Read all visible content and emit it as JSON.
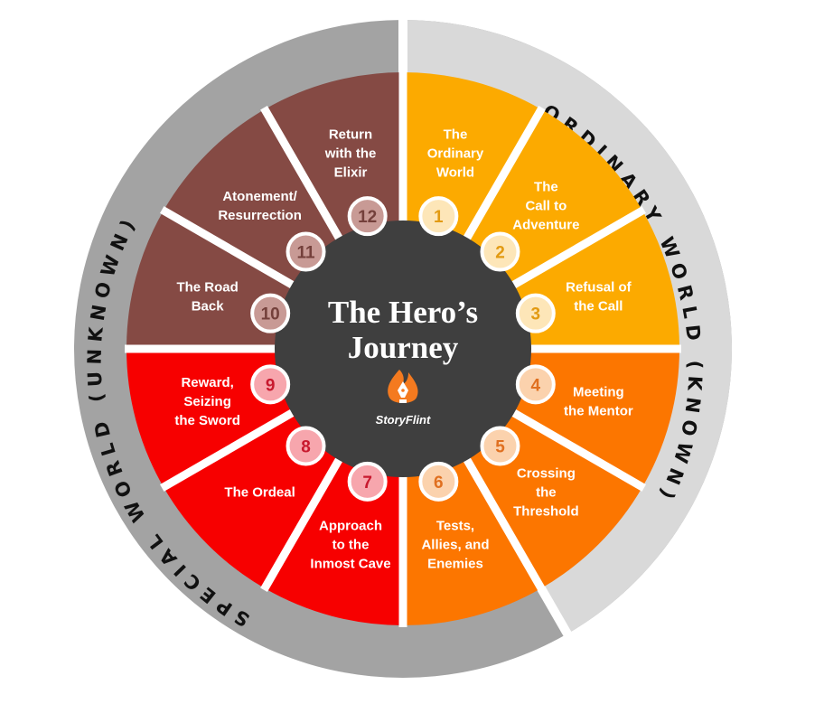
{
  "title": [
    "The Hero’s",
    "Journey"
  ],
  "brand": "StoryFlint",
  "ring_labels": {
    "ordinary": "ORDINARY WORLD (KNOWN)",
    "special": "SPECIAL WORLD (UNKNOWN)"
  },
  "colors": {
    "ordinary_ring": "#d9d9d9",
    "special_ring": "#a3a3a3",
    "hub": "#3f3f3f",
    "separator": "#ffffff"
  },
  "stages": [
    {
      "num": "1",
      "lines": [
        "The",
        "Ordinary",
        "World"
      ],
      "color": "#fcaa00",
      "badge_fill": "#fde6b8",
      "badge_text": "#e29a12"
    },
    {
      "num": "2",
      "lines": [
        "The",
        "Call to",
        "Adventure"
      ],
      "color": "#fcaa00",
      "badge_fill": "#fde6b8",
      "badge_text": "#e29a12"
    },
    {
      "num": "3",
      "lines": [
        "Refusal of",
        "the Call"
      ],
      "color": "#fcaa00",
      "badge_fill": "#fde6b8",
      "badge_text": "#e29a12"
    },
    {
      "num": "4",
      "lines": [
        "Meeting",
        "the Mentor"
      ],
      "color": "#fc7600",
      "badge_fill": "#fbd2ad",
      "badge_text": "#e07020"
    },
    {
      "num": "5",
      "lines": [
        "Crossing",
        "the",
        "Threshold"
      ],
      "color": "#fc7600",
      "badge_fill": "#fbd2ad",
      "badge_text": "#e07020"
    },
    {
      "num": "6",
      "lines": [
        "Tests,",
        "Allies, and",
        "Enemies"
      ],
      "color": "#fc7600",
      "badge_fill": "#fbd2ad",
      "badge_text": "#e07020"
    },
    {
      "num": "7",
      "lines": [
        "Approach",
        "to the",
        "Inmost Cave"
      ],
      "color": "#f70000",
      "badge_fill": "#f7a6ad",
      "badge_text": "#c8192e"
    },
    {
      "num": "8",
      "lines": [
        "The Ordeal"
      ],
      "color": "#f70000",
      "badge_fill": "#f7a6ad",
      "badge_text": "#c8192e"
    },
    {
      "num": "9",
      "lines": [
        "Reward,",
        "Seizing",
        "the Sword"
      ],
      "color": "#f70000",
      "badge_fill": "#f7a6ad",
      "badge_text": "#c8192e"
    },
    {
      "num": "10",
      "lines": [
        "The Road",
        "Back"
      ],
      "color": "#854a44",
      "badge_fill": "#c89a95",
      "badge_text": "#74403b"
    },
    {
      "num": "11",
      "lines": [
        "Atonement/",
        "Resurrection"
      ],
      "color": "#854a44",
      "badge_fill": "#c89a95",
      "badge_text": "#74403b"
    },
    {
      "num": "12",
      "lines": [
        "Return",
        "with the",
        "Elixir"
      ],
      "color": "#854a44",
      "badge_fill": "#c89a95",
      "badge_text": "#74403b"
    }
  ]
}
